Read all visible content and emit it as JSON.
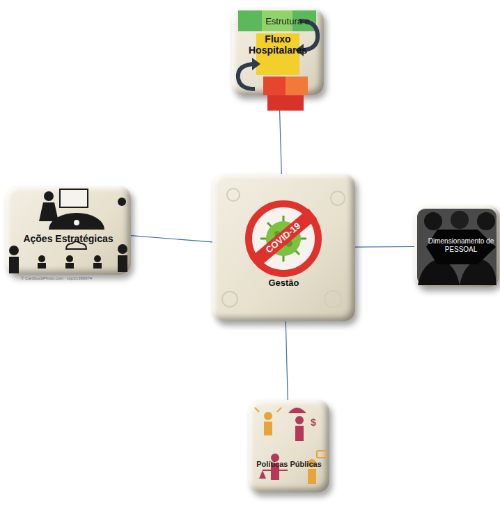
{
  "diagram": {
    "nodes": [
      {
        "text": [
          "Estrutura e",
          "Fluxo Hospitalares"
        ]
      },
      {
        "text": [
          "Ações Estratégicas"
        ]
      },
      {
        "text": [
          "COVID-19",
          "Gestão"
        ]
      },
      {
        "text": [
          "Dimensionamento de PESSOAL"
        ]
      },
      {
        "text": [
          "Políticas Públicas"
        ]
      }
    ],
    "edges": [
      {
        "from": 2,
        "to": 0,
        "arrow": "none"
      },
      {
        "from": 2,
        "to": 1,
        "arrow": "none"
      },
      {
        "from": 2,
        "to": 3,
        "arrow": "none"
      },
      {
        "from": 2,
        "to": 4,
        "arrow": "none"
      }
    ],
    "labels": [
      "© CanStockPhoto.com - csp21390674"
    ]
  }
}
